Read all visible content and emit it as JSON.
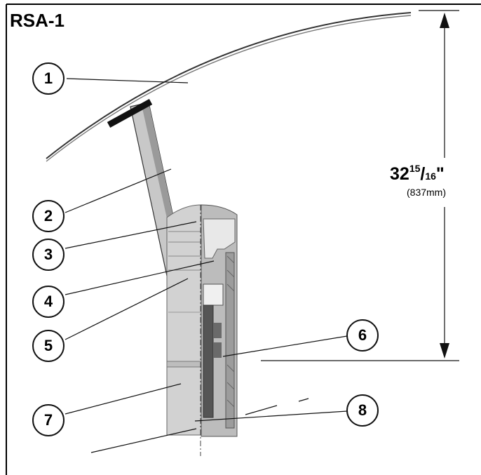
{
  "title": "RSA-1",
  "dimension": {
    "whole": "32",
    "numerator": "15",
    "denominator": "16",
    "unit": "\"",
    "metric": "(837mm)"
  },
  "callouts": [
    "1",
    "2",
    "3",
    "4",
    "5",
    "6",
    "7",
    "8"
  ]
}
